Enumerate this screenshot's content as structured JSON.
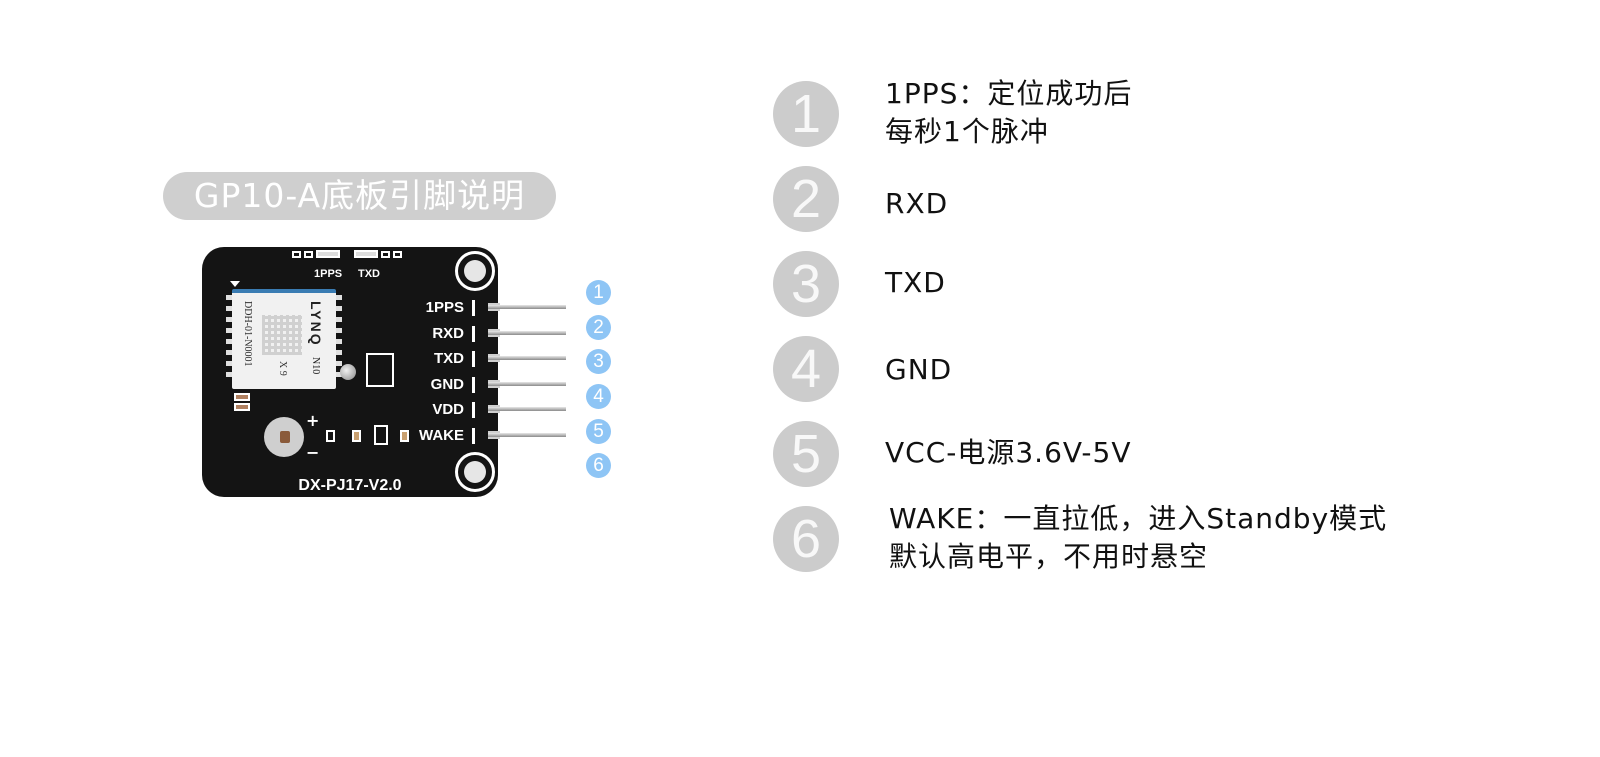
{
  "title": "GP10-A底板引脚说明",
  "board": {
    "led_labels": [
      "1PPS",
      "TXD"
    ],
    "module": {
      "brand": "LYNQ",
      "model": "N10",
      "serial": "DDH-01-N0001",
      "mark": "X 9"
    },
    "pin_labels": [
      "1PPS",
      "RXD",
      "TXD",
      "GND",
      "VDD",
      "WAKE"
    ],
    "battery_plus": "+",
    "battery_minus": "−",
    "board_name": "DX-PJ17-V2.0"
  },
  "pin_numbers": [
    "1",
    "2",
    "3",
    "4",
    "5",
    "6"
  ],
  "colors": {
    "pin_number_badge": "#8ec5f5",
    "description_badge": "#cccccc",
    "title_pill": "#cfcfcf",
    "board": "#141414"
  },
  "descriptions": [
    {
      "number": "1",
      "lines": [
        "1PPS：定位成功后",
        "每秒1个脉冲"
      ]
    },
    {
      "number": "2",
      "lines": [
        "RXD"
      ]
    },
    {
      "number": "3",
      "lines": [
        "TXD"
      ]
    },
    {
      "number": "4",
      "lines": [
        "GND"
      ]
    },
    {
      "number": "5",
      "lines": [
        "VCC-电源3.6V-5V"
      ]
    },
    {
      "number": "6",
      "lines": [
        "WAKE：一直拉低，进入Standby模式",
        "默认高电平，不用时悬空"
      ]
    }
  ]
}
